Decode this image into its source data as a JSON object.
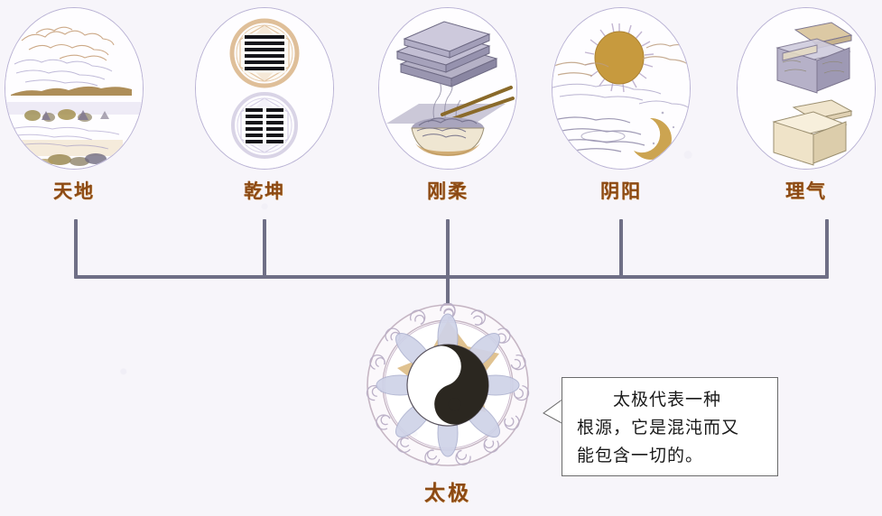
{
  "background_color": "#f7f5fa",
  "label_color": "#8c4a15",
  "connector_color": "#6f6f86",
  "circle_border_color": "#b9b2d4",
  "nodes": [
    {
      "label": "天地",
      "icon": "landscape-sky-and-earth-icon",
      "description": "watercolor landscape: clouds above, land and water below"
    },
    {
      "label": "乾坤",
      "icon": "qian-kun-hexagrams-icon",
      "description": "Qian hexagram of six solid lines in a gold medallion above, Kun hexagram of six broken lines in a silver medallion below"
    },
    {
      "label": "刚柔",
      "icon": "hard-slabs-and-soft-noodles-icon",
      "description": "stacked stone slabs above, bowl of steaming noodles with chopsticks below"
    },
    {
      "label": "阴阳",
      "icon": "sun-and-moon-icon",
      "description": "golden sun with rays above clouds, crescent moon below"
    },
    {
      "label": "理气",
      "icon": "two-open-boxes-icon",
      "description": "two open boxes, upper shaded and lower plain"
    }
  ],
  "root": {
    "label": "太极",
    "icon": "taiji-yin-yang-icon",
    "description": "yin-yang disc inside a lotus-petal ring and an outer ring of scroll cloud motifs"
  },
  "balloon": {
    "full_text": "太极代表一种根源，它是混沌而又能包含一切的。",
    "lines": [
      "　　太极代表一种",
      "根源，它是混沌而又",
      "能包含一切的。"
    ]
  }
}
